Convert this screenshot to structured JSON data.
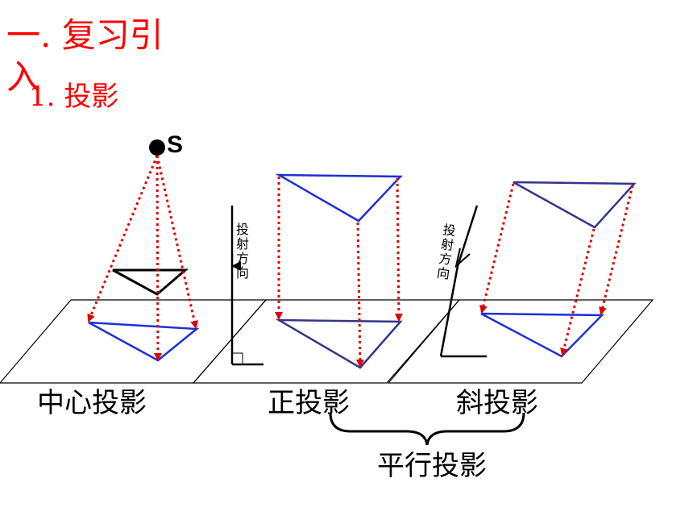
{
  "heading": {
    "section": "一. 复习引",
    "section_cont": "入",
    "subsection": "1. 投影"
  },
  "point_label": "S",
  "direction_label_1": "投射方向",
  "direction_label_2": "投射方向",
  "labels": {
    "central": "中心投影",
    "orthographic": "正投影",
    "oblique": "斜投影",
    "parallel": "平行投影"
  },
  "colors": {
    "heading": "#ff0000",
    "projector": "#e00000",
    "triangle_blue": "#1f2fd6",
    "triangle_navy": "#34358a",
    "text": "#000000"
  }
}
